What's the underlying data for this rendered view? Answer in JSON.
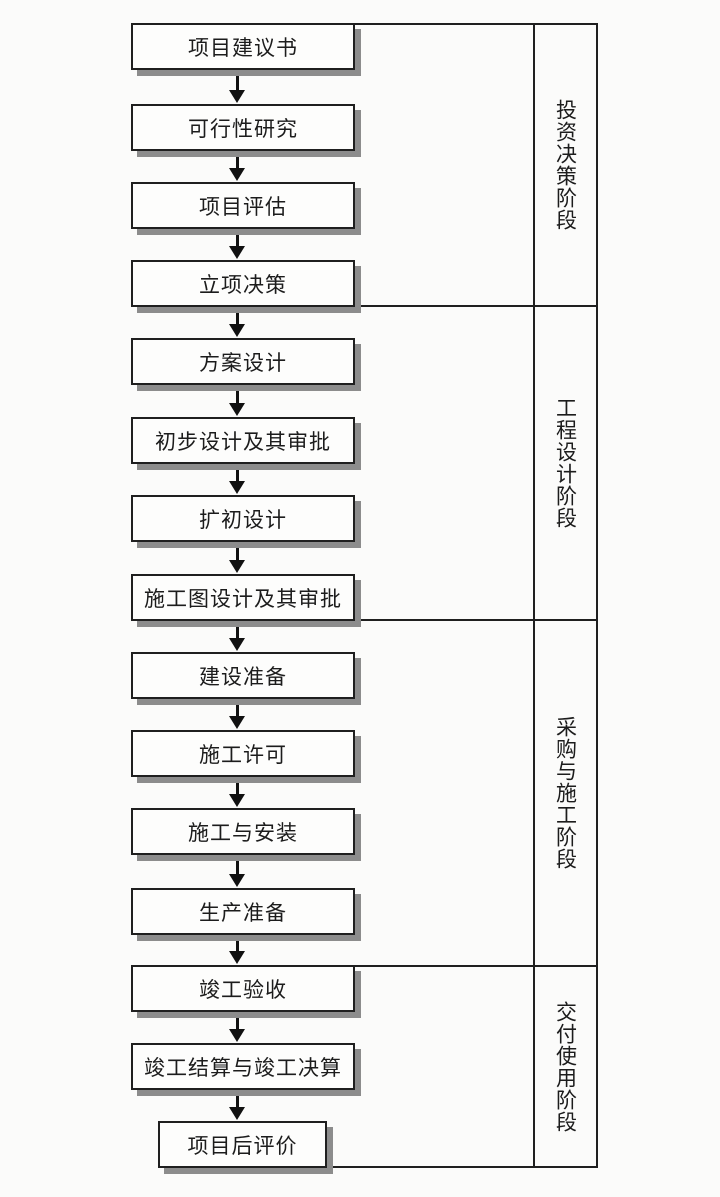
{
  "flow": {
    "steps": [
      {
        "label": "项目建议书"
      },
      {
        "label": "可行性研究"
      },
      {
        "label": "项目评估"
      },
      {
        "label": "立项决策"
      },
      {
        "label": "方案设计"
      },
      {
        "label": "初步设计及其审批"
      },
      {
        "label": "扩初设计"
      },
      {
        "label": "施工图设计及其审批"
      },
      {
        "label": "建设准备"
      },
      {
        "label": "施工许可"
      },
      {
        "label": "施工与安装"
      },
      {
        "label": "生产准备"
      },
      {
        "label": "竣工验收"
      },
      {
        "label": "竣工结算与竣工决算"
      },
      {
        "label": "项目后评价"
      }
    ]
  },
  "phases": [
    {
      "label": "投资决策阶段",
      "covers_steps": [
        1,
        2,
        3,
        4
      ]
    },
    {
      "label": "工程设计阶段",
      "covers_steps": [
        5,
        6,
        7,
        8
      ]
    },
    {
      "label": "采购与施工阶段",
      "covers_steps": [
        9,
        10,
        11,
        12
      ]
    },
    {
      "label": "交付使用阶段",
      "covers_steps": [
        13,
        14,
        15
      ]
    }
  ],
  "colors": {
    "line": "#1f1f1f",
    "box_fill": "#fdfdfc",
    "box_shadow": "#8c8c8c",
    "background": "#fbfbfa",
    "arrow": "#111111"
  }
}
